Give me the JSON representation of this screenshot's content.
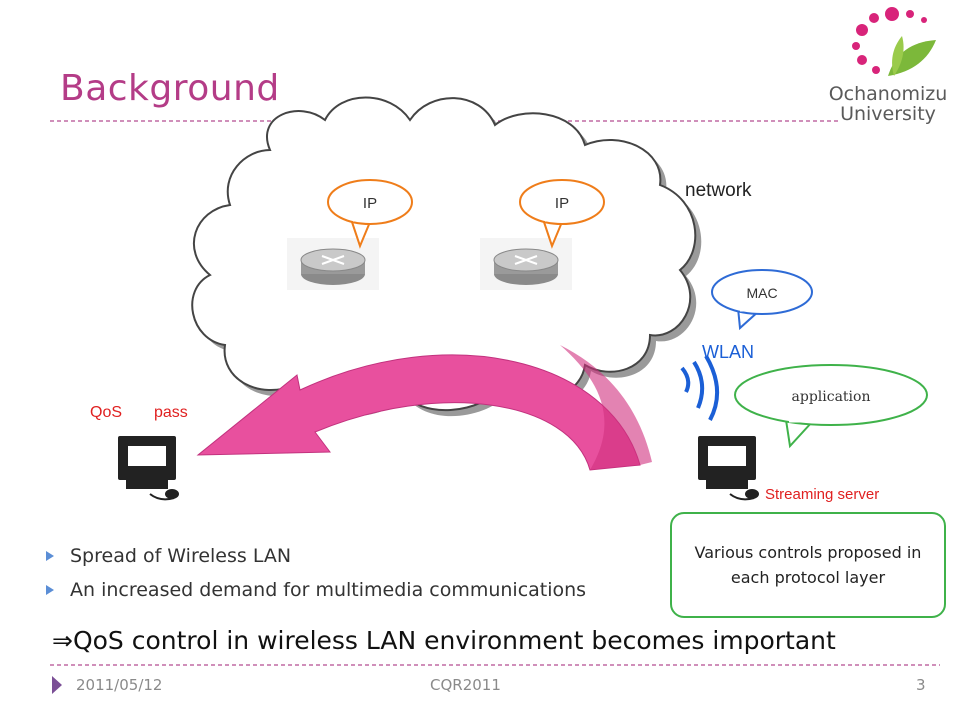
{
  "slide": {
    "title": "Background",
    "logo_line1": "Ochanomizu",
    "logo_line2": "University"
  },
  "diagram": {
    "network_label": "network",
    "router1_bubble": "IP",
    "router2_bubble": "IP",
    "mac_bubble": "MAC",
    "wlan_label": "WLAN",
    "application_bubble": "application",
    "qos_label": "QoS",
    "pass_label": "pass",
    "server_label": "Streaming server",
    "controls_box": "Various controls proposed in each protocol layer",
    "colors": {
      "accent": "#b43c87",
      "arrow": "#e8509e",
      "bubble_orange": "#ef7d1a",
      "bubble_blue": "#2e6bd6",
      "bubble_green": "#3fb24a",
      "red_text": "#e02020",
      "wlan_blue": "#1b5fd6"
    }
  },
  "bullets": [
    "Spread of Wireless LAN",
    "An increased demand for multimedia communications"
  ],
  "conclusion": "⇒QoS control in wireless LAN environment becomes important",
  "footer": {
    "date": "2011/05/12",
    "conference": "CQR2011",
    "page": "3"
  }
}
